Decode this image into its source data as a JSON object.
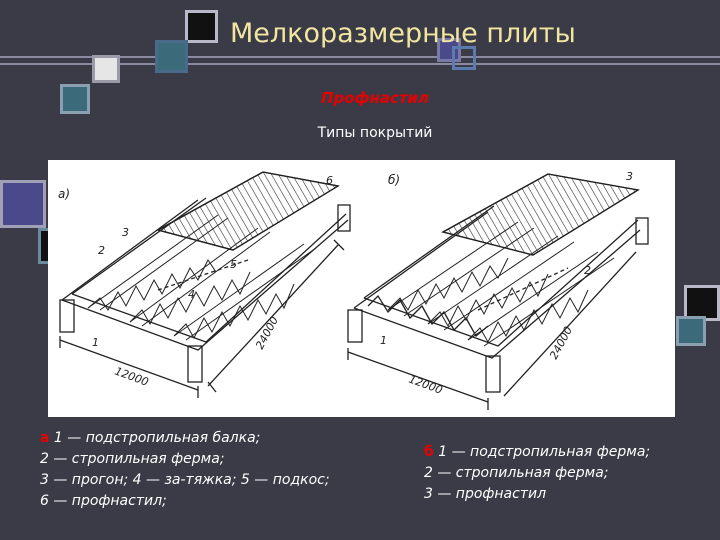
{
  "title": "Мелкоразмерные плиты",
  "subtitle": "Профнастил",
  "section_heading": "Типы покрытий",
  "figure": {
    "panel_a_label": "а)",
    "panel_b_label": "б)",
    "a_labels": {
      "n1": "1",
      "n2": "2",
      "n3": "3",
      "n4": "4",
      "n5": "5",
      "n6": "6"
    },
    "b_labels": {
      "n1": "1",
      "n2": "2",
      "n3": "3"
    },
    "dim_span": "12000",
    "dim_length": "24000"
  },
  "caption_a": {
    "marker": "а",
    "lines": [
      "1 — подстропильная балка;",
      "2 — стропильная ферма;",
      "3 — прогон; 4 — за-тяжка; 5 — подкос;",
      "6 — профнастил;"
    ]
  },
  "caption_b": {
    "marker": "б",
    "lines": [
      "1 — подстропильная ферма;",
      "2 — стропильная ферма;",
      "3 — профнастил"
    ]
  },
  "colors": {
    "background": "#3b3b47",
    "title": "#f0e6a0",
    "accent_red": "#e60000",
    "square_blue": "#4a6a8a",
    "square_purple": "#4a4a8a"
  }
}
